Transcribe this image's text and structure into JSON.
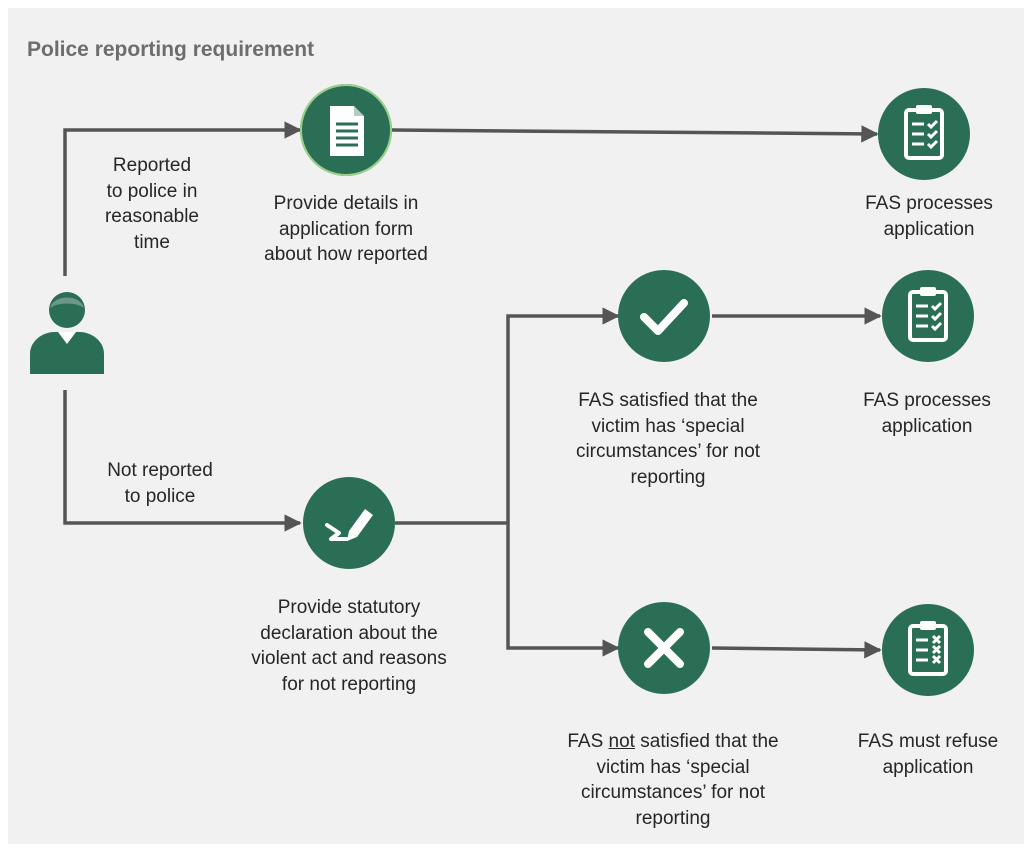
{
  "title": "Police reporting requirement",
  "colors": {
    "node_fill": "#2a6e56",
    "arrow": "#555555",
    "panel": "#f1f1f1",
    "title": "#6d6d6d"
  },
  "nodes": {
    "person": {
      "icon": "person-icon"
    },
    "details": {
      "icon": "document-icon",
      "label": "Provide details in\napplication form\nabout how reported"
    },
    "statdec": {
      "icon": "signature-pen-icon",
      "label": "Provide statutory\ndeclaration about the\nviolent act and reasons\nfor not reporting"
    },
    "satisfied": {
      "icon": "checkmark-icon",
      "label": "FAS satisfied that the\nvictim has ‘special\ncircumstances’ for not\nreporting"
    },
    "not_satisfied": {
      "icon": "cross-icon",
      "label_prefix": "FAS ",
      "label_emph": "not",
      "label_rest": " satisfied that the\nvictim has ‘special\ncircumstances’ for not\nreporting"
    },
    "process_top": {
      "icon": "clipboard-checklist-icon",
      "label": "FAS processes\napplication"
    },
    "process_mid": {
      "icon": "clipboard-checklist-icon",
      "label": "FAS processes\napplication"
    },
    "refuse": {
      "icon": "clipboard-cross-icon",
      "label": "FAS must refuse\napplication"
    }
  },
  "edges": {
    "reported": "Reported\nto police in\nreasonable\ntime",
    "not_reported": "Not reported\nto police"
  }
}
